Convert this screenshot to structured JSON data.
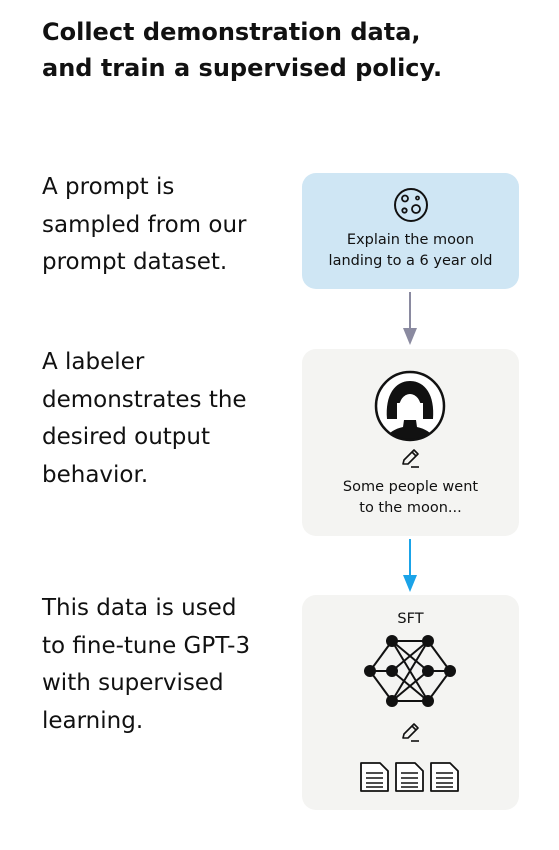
{
  "title": {
    "line1": "Collect demonstration data,",
    "line2": "and train a supervised policy."
  },
  "steps": [
    {
      "text_lines": [
        "A prompt is",
        "sampled from our",
        "prompt dataset."
      ],
      "box_lines": [
        "Explain the moon",
        "landing to a 6 year old"
      ],
      "icon": "moon-icon"
    },
    {
      "text_lines": [
        "A labeler",
        "demonstrates the",
        "desired output",
        "behavior."
      ],
      "box_lines": [
        "Some people went",
        "to the moon..."
      ],
      "icon": "labeler-avatar-icon"
    },
    {
      "text_lines": [
        "This data is used",
        "to fine-tune GPT-3",
        "with supervised",
        "learning."
      ],
      "box_label": "SFT",
      "icon": "neural-network-icon"
    }
  ],
  "colors": {
    "prompt_box": "#cfe6f4",
    "step_box": "#f4f4f2",
    "arrow_gray": "#8a8aa0",
    "arrow_blue": "#1aa3e8"
  }
}
